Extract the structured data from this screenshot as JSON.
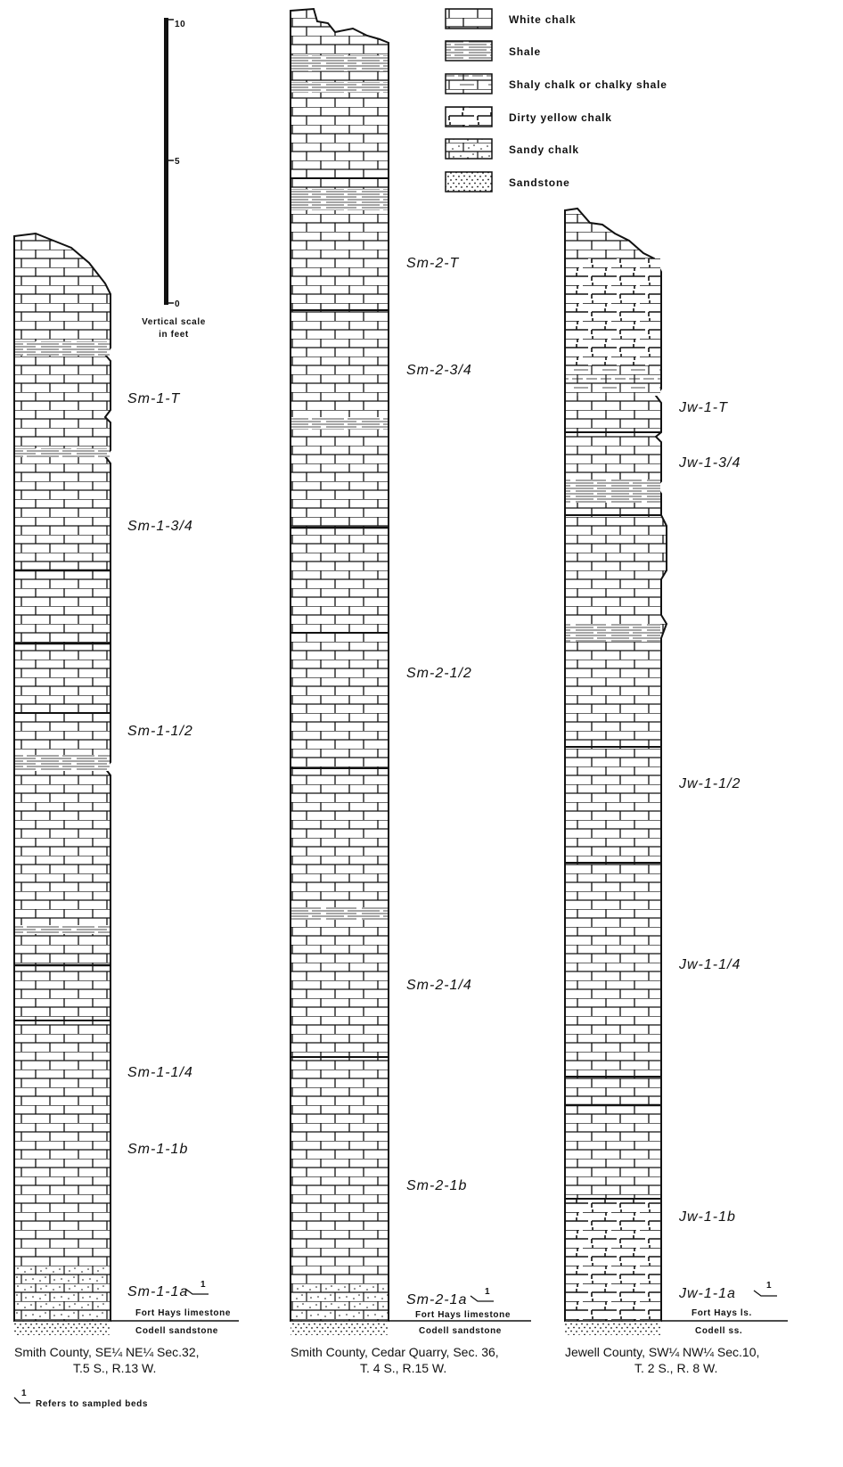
{
  "legend": [
    {
      "key": "white-chalk",
      "label": "White chalk"
    },
    {
      "key": "shale",
      "label": "Shale"
    },
    {
      "key": "shaly-chalk",
      "label": "Shaly chalk  or  chalky shale"
    },
    {
      "key": "dirty-yellow-chalk",
      "label": "Dirty yellow chalk"
    },
    {
      "key": "sandy-chalk",
      "label": "Sandy chalk"
    },
    {
      "key": "sandstone",
      "label": "Sandstone"
    }
  ],
  "scale": {
    "ticks": [
      "10",
      "5",
      "0"
    ],
    "caption_line1": "Vertical scale",
    "caption_line2": "in feet"
  },
  "sections": [
    {
      "labels": [
        "Sm-1-T",
        "Sm-1-3/4",
        "Sm-1-1/2",
        "Sm-1-1/4",
        "Sm-1-1b",
        "Sm-1-1a"
      ],
      "base_label": "Fort Hays limestone",
      "underlying": "Codell sandstone",
      "caption_line1": "Smith County, SE¼ NE¼ Sec.32,",
      "caption_line2": "T.5 S., R.13 W."
    },
    {
      "labels": [
        "Sm-2-T",
        "Sm-2-3/4",
        "Sm-2-1/2",
        "Sm-2-1/4",
        "Sm-2-1b",
        "Sm-2-1a"
      ],
      "base_label": "Fort Hays limestone",
      "underlying": "Codell sandstone",
      "caption_line1": "Smith County, Cedar Quarry, Sec. 36,",
      "caption_line2": "T. 4 S., R.15 W."
    },
    {
      "labels": [
        "Jw-1-T",
        "Jw-1-3/4",
        "Jw-1-1/2",
        "Jw-1-1/4",
        "Jw-1-1b",
        "Jw-1-1a"
      ],
      "base_label": "Fort Hays ls.",
      "underlying": "Codell ss.",
      "caption_line1": "Jewell County, SW¼ NW¼ Sec.10,",
      "caption_line2": "T. 2 S., R. 8 W."
    }
  ],
  "footnote_mark": "1",
  "footnote": "Refers to sampled beds"
}
